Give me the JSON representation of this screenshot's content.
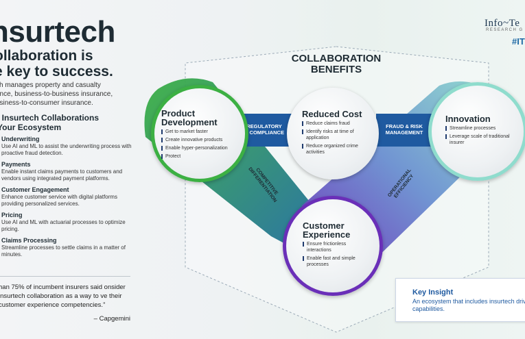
{
  "left": {
    "title": "nsurtech",
    "subtitle_line1": "ollaboration is",
    "subtitle_line2": "e key to success.",
    "intro": "ch manages property and casualty ance, business-to-business insurance, usiness-to-consumer insurance.",
    "section_line1": "l Insurtech Collaborations",
    "section_line2": "Your Ecosystem",
    "items": [
      {
        "title": "Underwriting",
        "desc": "Use AI and ML to assist the underwriting process with proactive fraud detection."
      },
      {
        "title": "Payments",
        "desc": "Enable instant claims payments to customers and vendors using integrated payment platforms."
      },
      {
        "title": "Customer Engagement",
        "desc": "Enhance customer service with digital platforms providing personalized services."
      },
      {
        "title": "Pricing",
        "desc": "Use AI and ML with actuarial processes to optimize pricing."
      },
      {
        "title": "Claims Processing",
        "desc": "Streamline processes to settle claims in a matter of minutes."
      }
    ],
    "quote": "han 75% of incumbent insurers said onsider insurtech collaboration as a way to ve their customer experience competencies.”",
    "quote_source": "– Capgemini"
  },
  "brand": {
    "name": "Info~Te",
    "sub": "RESEARCH G",
    "mark": "#IT"
  },
  "diagram": {
    "heading_line1": "COLLABORATION",
    "heading_line2": "BENEFITS",
    "circles": {
      "product": {
        "title_line1": "Product",
        "title_line2": "Development",
        "items": [
          "Get to market faster",
          "Create innovative products",
          "Enable hyper-personalization",
          "Protect"
        ]
      },
      "cost": {
        "title": "Reduced Cost",
        "items": [
          "Reduce claims fraud",
          "Identify risks at time of application",
          "Reduce organized crime activities"
        ]
      },
      "innovation": {
        "title": "Innovation",
        "items": [
          "Streamline processes",
          "Leverage scale of traditional insurer"
        ]
      },
      "customer": {
        "title_line1": "Customer",
        "title_line2": "Experience",
        "items": [
          "Ensure frictionless interactions",
          "Enable fast and simple processes"
        ]
      }
    },
    "bands": {
      "regulatory_line1": "REGULATORY",
      "regulatory_line2": "& COMPLIANCE",
      "fraud_line1": "FRAUD & RISK",
      "fraud_line2": "MANAGEMENT"
    },
    "diagonals": {
      "competitive_line1": "COMPETITIVE",
      "competitive_line2": "DIFFERENTIATION",
      "operational_line1": "OPERATIONAL",
      "operational_line2": "EFFICIENCY"
    }
  },
  "insight": {
    "title": "Key Insight",
    "desc": "An ecosystem that includes insurtech drives capabilities."
  },
  "colors": {
    "green": "#3cb043",
    "blue": "#1f5aa0",
    "purple": "#6a2fb8",
    "teal": "#7fd3c6"
  }
}
